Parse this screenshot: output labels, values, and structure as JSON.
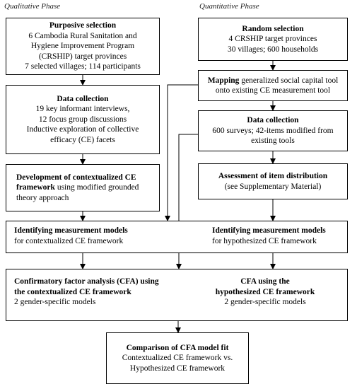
{
  "phases": {
    "qualitative": "Qualitative Phase",
    "quantitative": "Quantitative Phase"
  },
  "boxes": {
    "purposive": {
      "title": "Purposive selection",
      "lines": [
        "6 Cambodia Rural Sanitation and",
        "Hygiene Improvement Program",
        "(CRSHIP) target provinces",
        "7 selected villages; 114 participants"
      ]
    },
    "random": {
      "title": "Random selection",
      "lines": [
        "4 CRSHIP target provinces",
        "30 villages; 600 households"
      ]
    },
    "mapping": {
      "title": "Mapping",
      "rest": " generalized social capital tool",
      "line2": "onto existing CE measurement tool"
    },
    "qual_collection": {
      "title": "Data collection",
      "lines": [
        "19 key informant interviews,",
        "12 focus group discussions",
        "Inductive exploration of collective",
        "efficacy (CE) facets"
      ]
    },
    "quant_collection": {
      "title": "Data collection",
      "lines": [
        "600 surveys; 42-items modified from",
        "existing tools"
      ]
    },
    "development": {
      "title_line1": "Development of contextualized CE",
      "title_line2": "framework",
      "rest_line2": " using modified grounded",
      "line3": "theory approach"
    },
    "assessment": {
      "title": "Assessment of item distribution",
      "line2": "(see Supplementary Material)"
    },
    "measurement": {
      "left_title": "Identifying measurement models",
      "left_sub": "for contextualized CE framework",
      "right_title": "Identifying measurement models",
      "right_sub": "for hypothesized CE framework"
    },
    "cfa": {
      "left_title_line1": "Confirmatory factor analysis (CFA) using",
      "left_title_line2": "the contextualized CE framework",
      "left_sub": "2 gender-specific models",
      "right_title_line1": "CFA using the",
      "right_title_line2": "hypothesized CE framework",
      "right_sub": "2 gender-specific models"
    },
    "comparison": {
      "title": "Comparison of CFA model fit",
      "lines": [
        "Contextualized CE framework vs.",
        "Hypothesized CE framework"
      ]
    }
  }
}
